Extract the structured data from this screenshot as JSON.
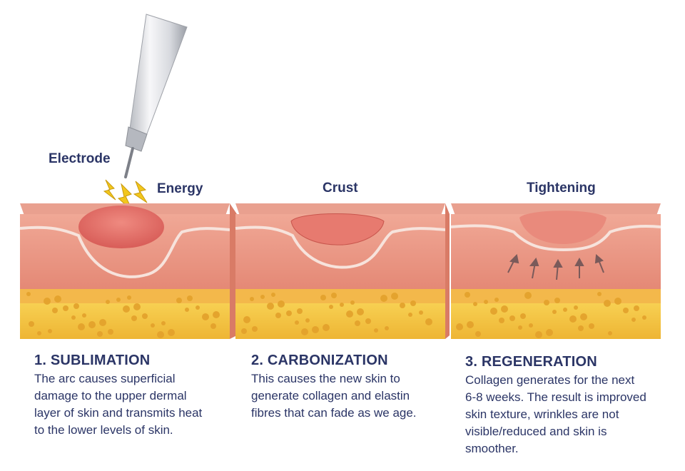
{
  "colors": {
    "text": "#2b3566",
    "skin_top": "#e89a88",
    "skin_body": "#e68a78",
    "skin_dark": "#d9705f",
    "wound": "#e36e66",
    "fat": "#f4c23a",
    "fat_dark": "#e9a52c",
    "bolt": "#f2c71d"
  },
  "labels": {
    "electrode": "Electrode",
    "energy": "Energy",
    "crust": "Crust",
    "tightening": "Tightening"
  },
  "steps": [
    {
      "title": "1. SUBLIMATION",
      "lines": [
        "The arc causes superficial",
        "damage to the upper dermal",
        "layer of skin and transmits heat",
        "to the lower levels of skin."
      ]
    },
    {
      "title": "2. CARBONIZATION",
      "lines": [
        "This causes the new skin to",
        "generate collagen and elastin",
        "fibres that can fade as we age."
      ]
    },
    {
      "title": "3. REGENERATION",
      "lines": [
        "Collagen generates for the next",
        "6-8 weeks. The result is improved",
        "skin texture, wrinkles are not",
        "visible/reduced and skin is",
        "smoother."
      ]
    }
  ]
}
